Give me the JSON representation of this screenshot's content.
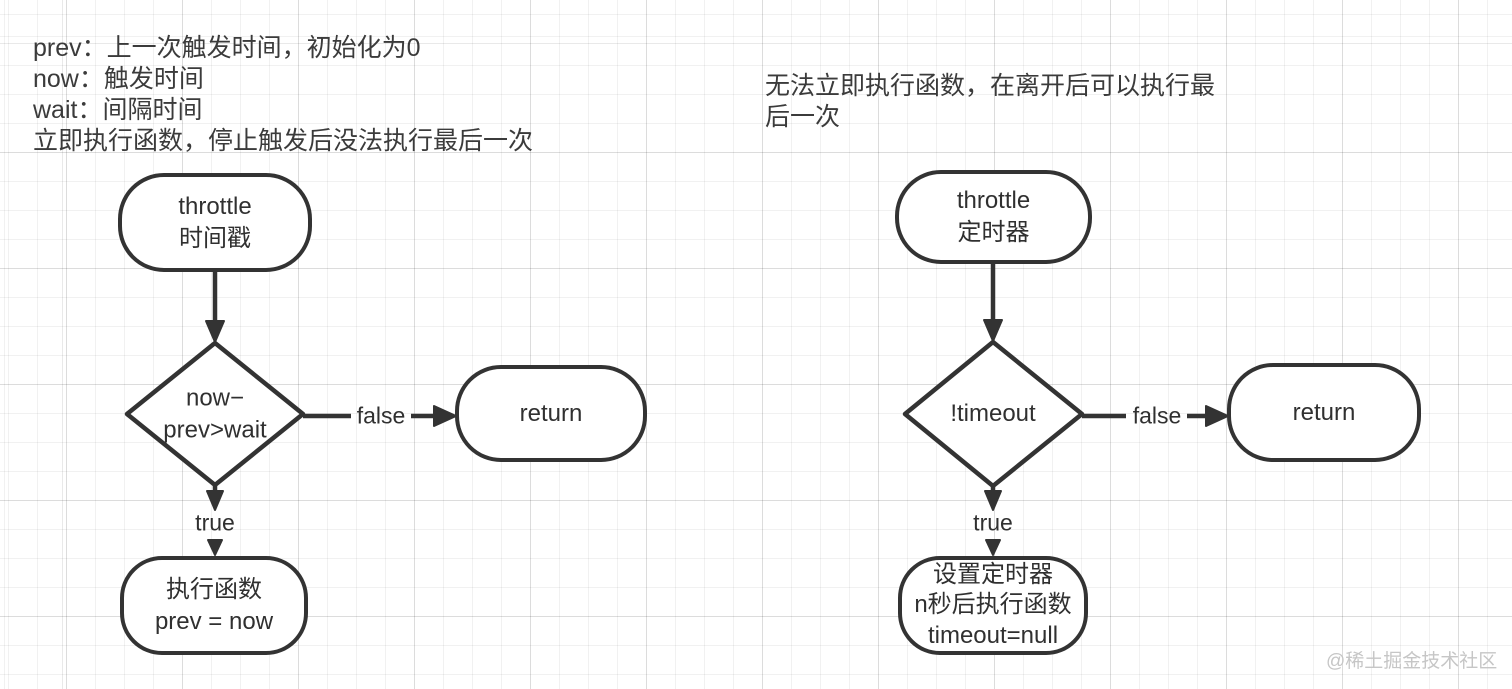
{
  "colors": {
    "stroke": "#333333",
    "text": "#303030",
    "annotation_text": "#3b3b3b",
    "background": "#ffffff",
    "grid_minor": "#ededed",
    "grid_major": "#e3e3e3",
    "watermark": "#c6c6c6"
  },
  "annotations": {
    "left_lines": [
      "prev：上一次触发时间，初始化为0",
      "now：触发时间",
      "wait：间隔时间",
      "立即执行函数，停止触发后没法执行最后一次"
    ],
    "right_lines": [
      "无法立即执行函数，在离开后可以执行最",
      "后一次"
    ]
  },
  "watermark": {
    "text": "@稀土掘金技术社区"
  },
  "flowcharts": [
    {
      "name": "throttle-timestamp",
      "start_lines": [
        "throttle",
        "时间戳"
      ],
      "decision_lines": [
        "now−",
        "prev>wait"
      ],
      "edge_false": "false",
      "edge_true": "true",
      "return_label": "return",
      "action_lines": [
        "执行函数",
        "prev = now"
      ]
    },
    {
      "name": "throttle-timer",
      "start_lines": [
        "throttle",
        "定时器"
      ],
      "decision_lines": [
        "!timeout"
      ],
      "edge_false": "false",
      "edge_true": "true",
      "return_label": "return",
      "action_lines": [
        "设置定时器",
        "n秒后执行函数",
        "timeout=null"
      ]
    }
  ]
}
